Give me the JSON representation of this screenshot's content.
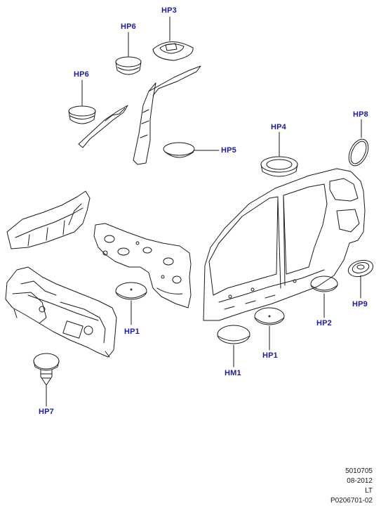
{
  "callouts": {
    "hp3": "HP3",
    "hp6_top": "HP6",
    "hp6_left": "HP6",
    "hp4": "HP4",
    "hp8": "HP8",
    "hp5": "HP5",
    "hp1_center": "HP1",
    "hp1_right": "HP1",
    "hm1": "HM1",
    "hp2": "HP2",
    "hp9": "HP9",
    "hp7": "HP7"
  },
  "footer": {
    "code": "5010705",
    "date": "08-2012",
    "lang": "LT",
    "ref": "P0206701-02"
  },
  "colors": {
    "callout": "#1a1aa6",
    "line": "#1a1a1a"
  }
}
